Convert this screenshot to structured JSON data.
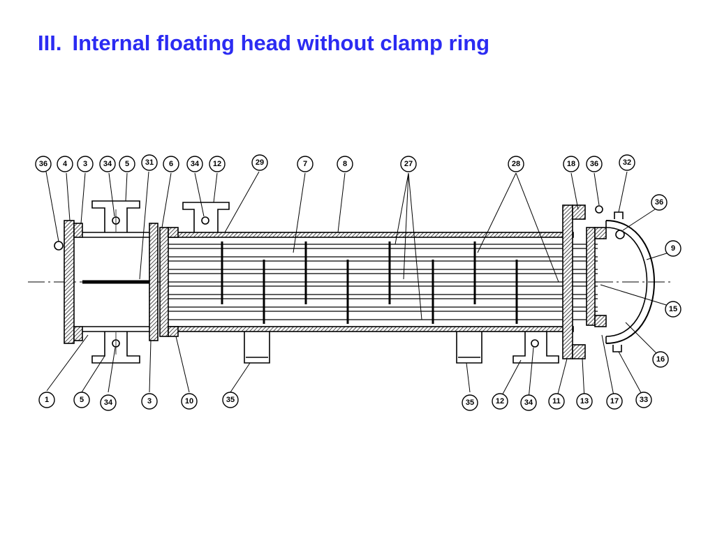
{
  "slide": {
    "numeral": "III.",
    "title": "Internal floating head without clamp ring"
  },
  "diagram": {
    "ink_color": "#000000",
    "hatch_color": "#222222",
    "callouts": [
      {
        "label": "36"
      },
      {
        "label": "4"
      },
      {
        "label": "3"
      },
      {
        "label": "34"
      },
      {
        "label": "5"
      },
      {
        "label": "31"
      },
      {
        "label": "6"
      },
      {
        "label": "34"
      },
      {
        "label": "12"
      },
      {
        "label": "29"
      },
      {
        "label": "7"
      },
      {
        "label": "8"
      },
      {
        "label": "27"
      },
      {
        "label": "28"
      },
      {
        "label": "18"
      },
      {
        "label": "36"
      },
      {
        "label": "32"
      },
      {
        "label": "36"
      },
      {
        "label": "9"
      },
      {
        "label": "15"
      },
      {
        "label": "16"
      },
      {
        "label": "33"
      },
      {
        "label": "17"
      },
      {
        "label": "13"
      },
      {
        "label": "11"
      },
      {
        "label": "34"
      },
      {
        "label": "12"
      },
      {
        "label": "35"
      },
      {
        "label": "35"
      },
      {
        "label": "10"
      },
      {
        "label": "3"
      },
      {
        "label": "34"
      },
      {
        "label": "5"
      },
      {
        "label": "1"
      }
    ]
  }
}
